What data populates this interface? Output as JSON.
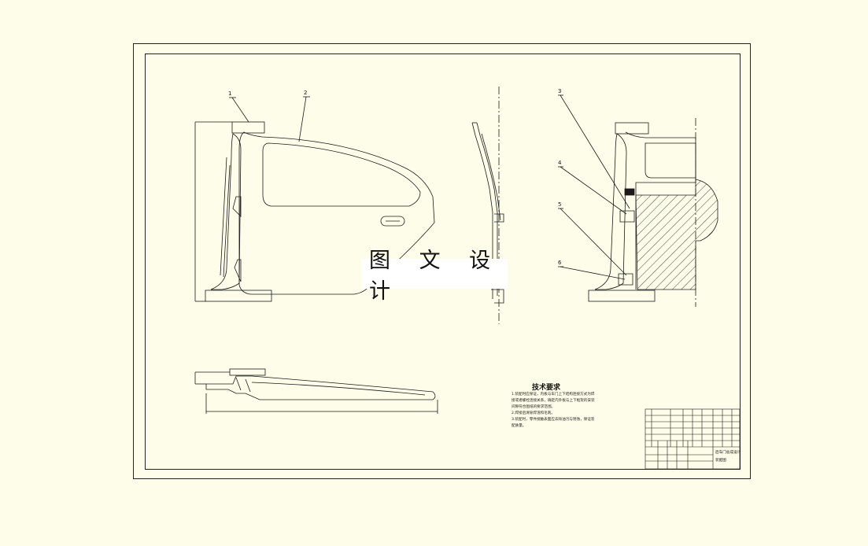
{
  "watermark": {
    "text": "图 文 设 计"
  },
  "balloons": [
    "1",
    "2",
    "3",
    "4",
    "5",
    "6"
  ],
  "technical_requirements": {
    "title": "技术要求",
    "items": [
      "1.装配时应保证，内板与车门上下结构连接方式为焊接或者螺栓连接关系，确定内外板与上下框架的安装间隙符合图纸的要求范围。",
      "2.焊接后清除焊渣和毛刺。",
      "3.装配时，零件接触表面应去除油污与锈蚀，保证装配质量。"
    ]
  },
  "title_block": {
    "drawing_name": "后车门总成设计",
    "subtitle": "装配图"
  },
  "colors": {
    "paper": "#fefde9",
    "line": "#1a1a1a"
  }
}
